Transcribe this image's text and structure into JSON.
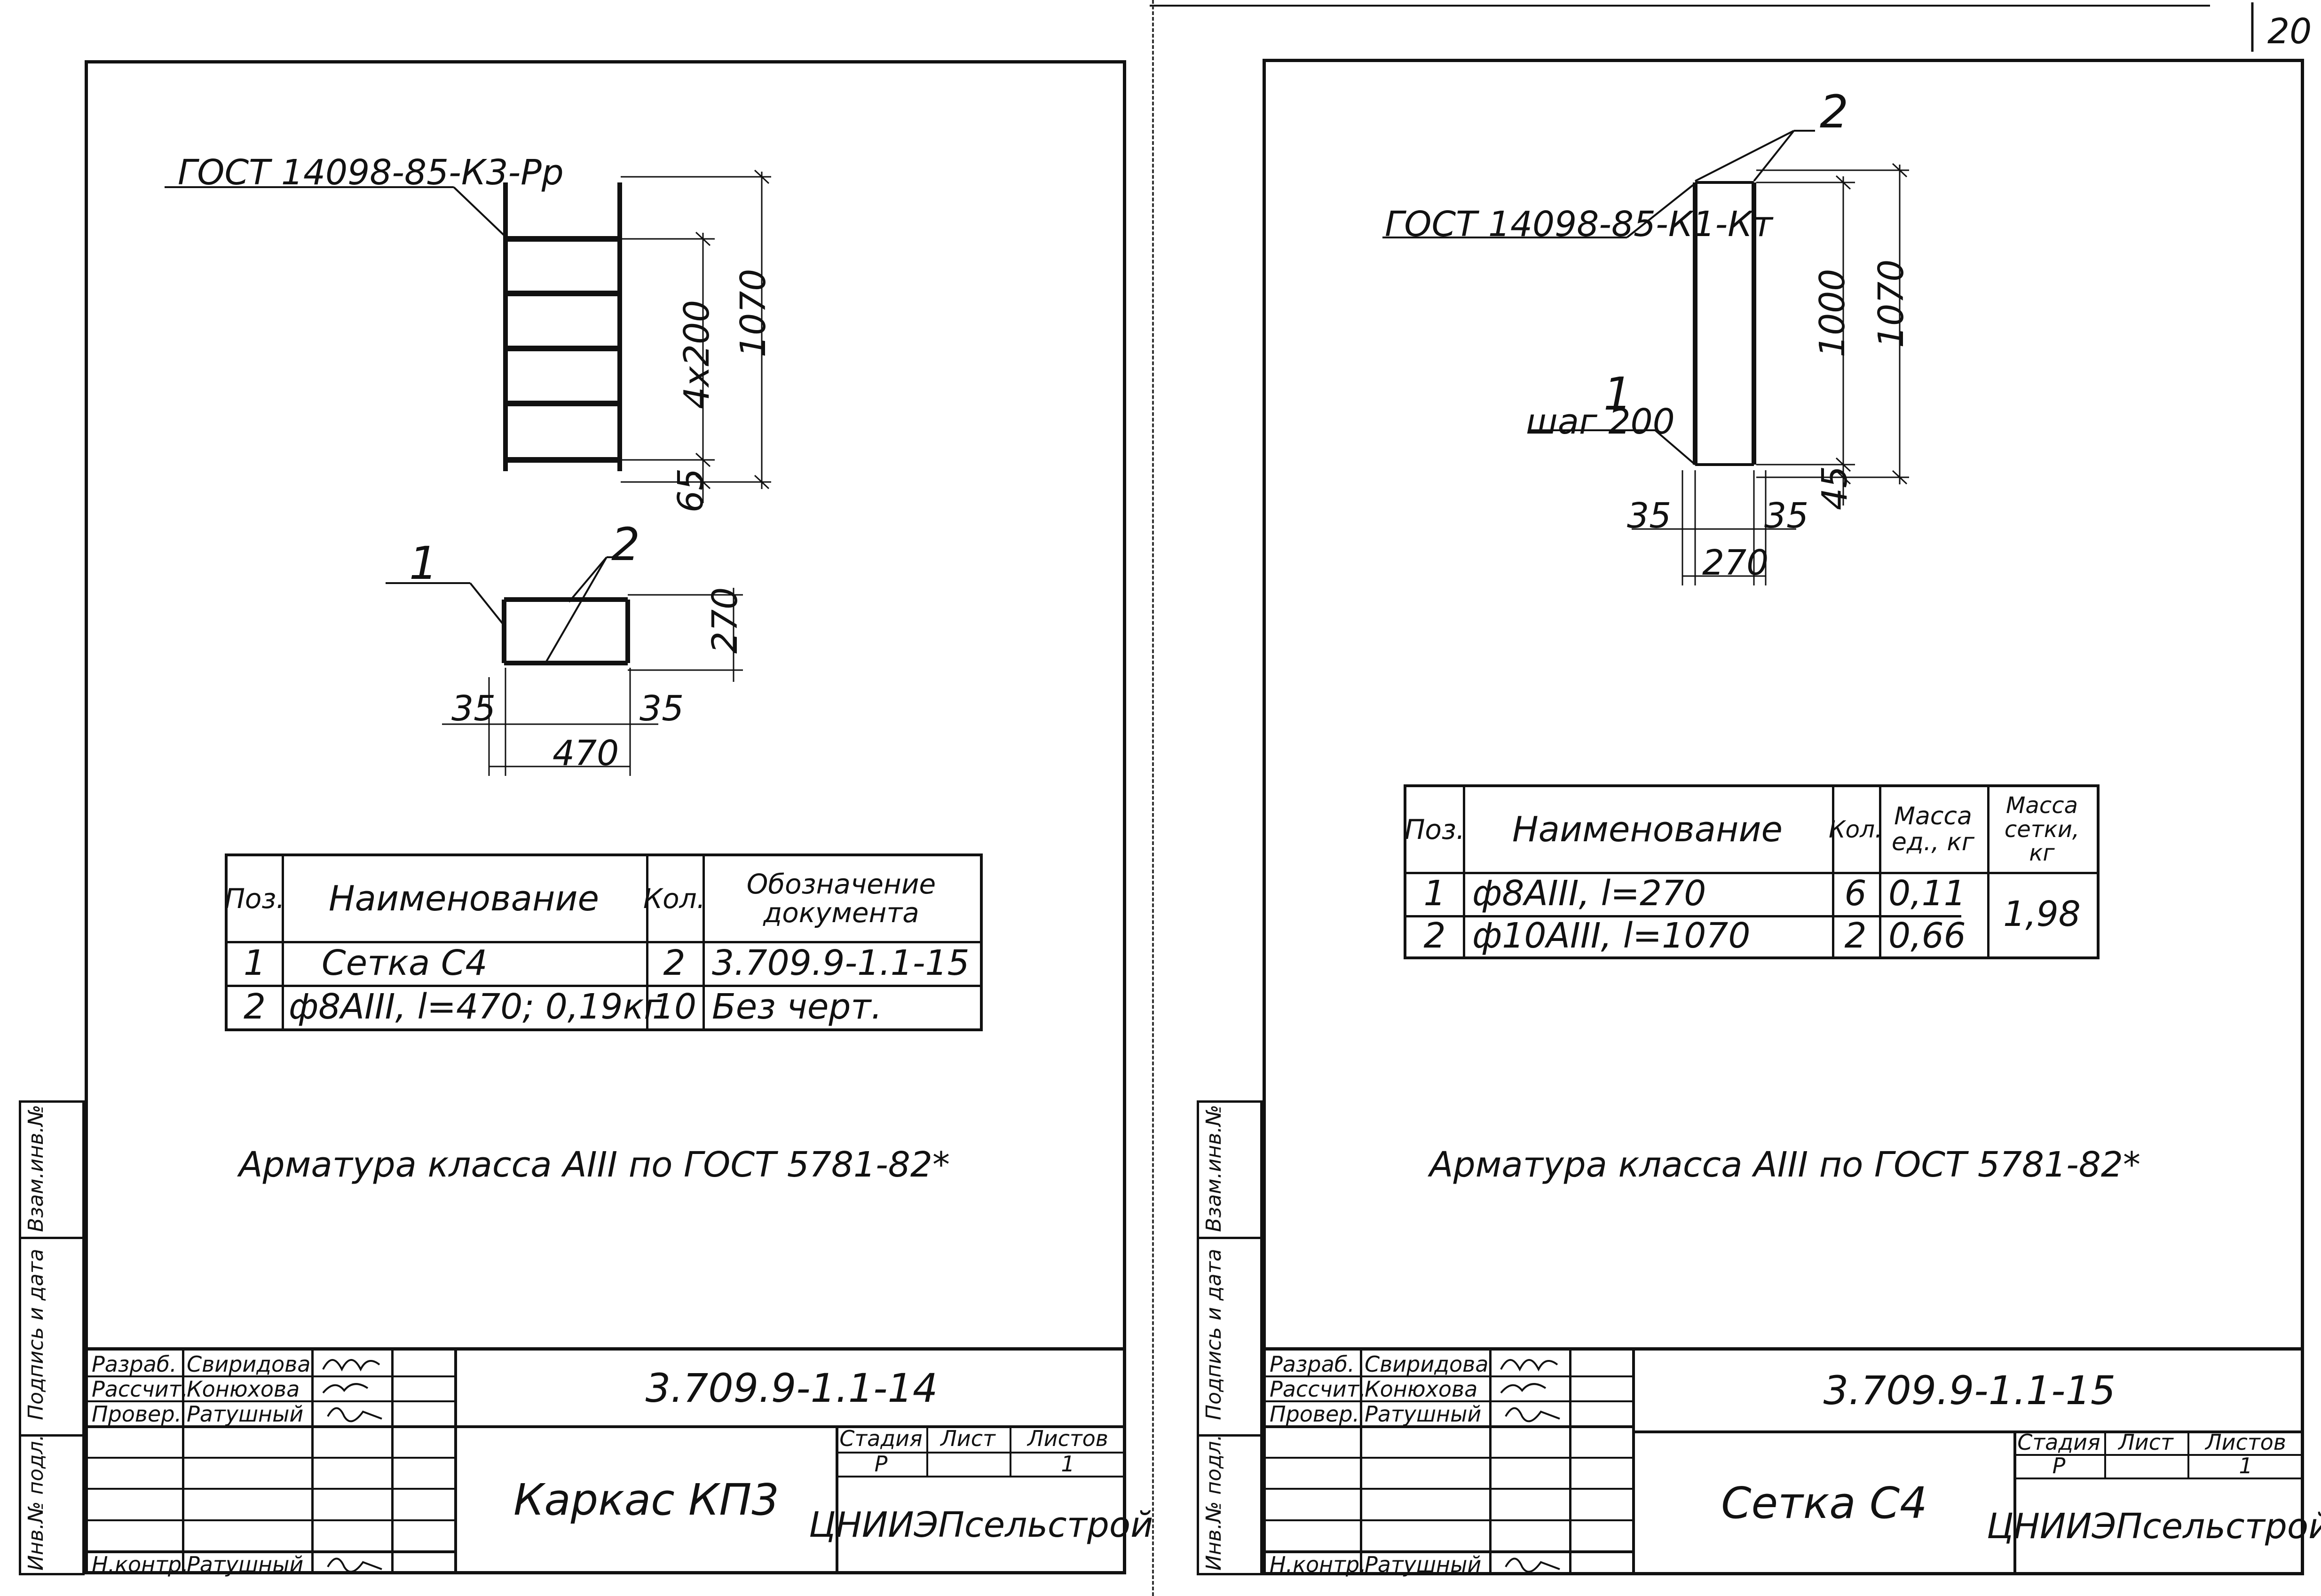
{
  "page_number": "20",
  "side_stamps": [
    "Инв.№ подл.",
    "Подпись и дата",
    "Взам.инв.№"
  ],
  "left": {
    "leader_label": "ГОСТ 14098-85-К3-Рр",
    "dim_vertical_spacing": "4x200",
    "dim_total_height": "1070",
    "dim_bottom": "65",
    "section_pos_1": "1",
    "section_pos_2": "2",
    "dim_section_height": "270",
    "dim_left_offset": "35",
    "dim_right_offset": "35",
    "dim_section_width": "470",
    "table": {
      "headers": [
        "Поз.",
        "Наименование",
        "Кол.",
        "Обозначение документа"
      ],
      "rows": [
        [
          "1",
          "Сетка С4",
          "2",
          "3.709.9-1.1-15"
        ],
        [
          "2",
          "ф8АIII, l=470; 0,19кг",
          "10",
          "Без черт."
        ]
      ]
    },
    "note": "Арматура класса АIII по ГОСТ 5781-82*",
    "title_block": {
      "roles": [
        "Разраб.",
        "Рассчит.",
        "Провер.",
        "",
        "",
        "Н.контр."
      ],
      "names": [
        "Свиридова",
        "Конюхова",
        "Ратушный",
        "",
        "",
        "Ратушный"
      ],
      "document_code": "3.709.9-1.1-14",
      "drawing_title": "Каркас КП3",
      "stage_header": "Стадия",
      "sheet_header": "Лист",
      "sheets_header": "Листов",
      "stage": "Р",
      "sheet": "",
      "sheets": "1",
      "organization": "ЦНИИЭПсельстрой"
    }
  },
  "right": {
    "pos_2": "2",
    "leader_label": "ГОСТ 14098-85-К1-Кт",
    "pos_1": "1",
    "step_label": "шаг 200",
    "dim_inner": "1000",
    "dim_total": "1070",
    "dim_bottom": "45",
    "dim_left_offset": "35",
    "dim_right_offset": "35",
    "dim_width": "270",
    "table": {
      "headers": [
        "Поз.",
        "Наименование",
        "Кол.",
        "Масса ед., кг",
        "Масса сетки, кг"
      ],
      "rows": [
        [
          "1",
          "ф8АIII, l=270",
          "6",
          "0,11"
        ],
        [
          "2",
          "ф10АIII, l=1070",
          "2",
          "0,66"
        ]
      ],
      "total_mass": "1,98"
    },
    "note": "Арматура класса АIII по ГОСТ 5781-82*",
    "title_block": {
      "roles": [
        "Разраб.",
        "Рассчит.",
        "Провер.",
        "",
        "",
        "Н.контр."
      ],
      "names": [
        "Свиридова",
        "Конюхова",
        "Ратушный",
        "",
        "",
        "Ратушный"
      ],
      "document_code": "3.709.9-1.1-15",
      "drawing_title": "Сетка С4",
      "stage_header": "Стадия",
      "sheet_header": "Лист",
      "sheets_header": "Листов",
      "stage": "Р",
      "sheet": "",
      "sheets": "1",
      "organization": "ЦНИИЭПсельстрой"
    }
  }
}
